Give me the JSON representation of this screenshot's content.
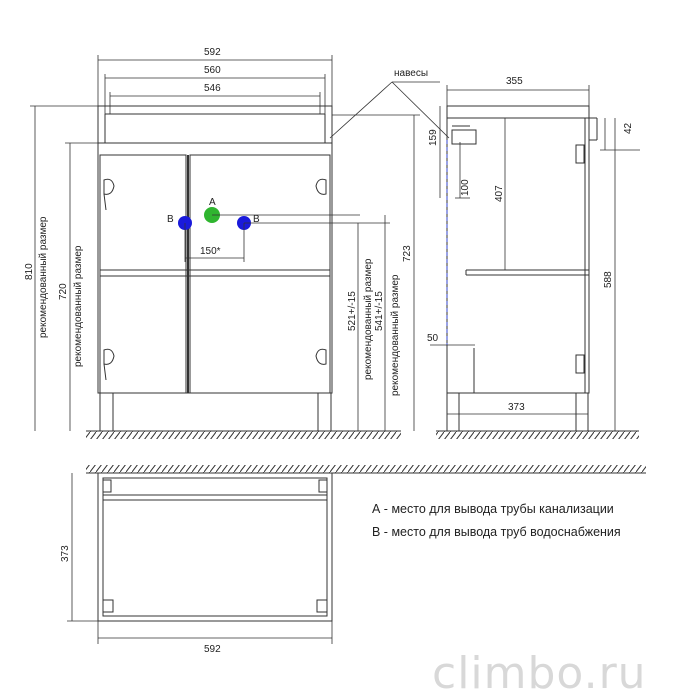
{
  "front": {
    "dim_592": "592",
    "dim_560": "560",
    "dim_546": "546",
    "dim_810": "810",
    "label_recommended_810": "рекомендованный размер",
    "dim_720": "720",
    "label_recommended_720": "рекомендованный размер",
    "dim_723": "723",
    "label_recommended_723": "рекомендованный размер",
    "dim_521": "521+/-15",
    "label_recommended_521": "рекомендованный размер",
    "dim_541": "541+/-15",
    "dim_150": "150*",
    "mark_a": "A",
    "mark_b_left": "B",
    "mark_b_right": "B"
  },
  "side": {
    "label_hinges": "навесы",
    "dim_355": "355",
    "dim_159": "159",
    "dim_100": "100",
    "dim_407": "407",
    "dim_42": "42",
    "dim_588": "588",
    "dim_50": "50",
    "dim_373": "373"
  },
  "top_view": {
    "dim_373": "373",
    "dim_592": "592"
  },
  "legend": {
    "line_a": "А - место для вывода трубы канализации",
    "line_b": "В - место для вывода труб водоснабжения"
  },
  "watermark": "climbo.ru",
  "colors": {
    "line": "#333333",
    "sewer_marker": "#2fb52f",
    "water_marker": "#1a1adb",
    "dashed_blue": "#3344cc",
    "watermark": "#d8d8d8"
  }
}
